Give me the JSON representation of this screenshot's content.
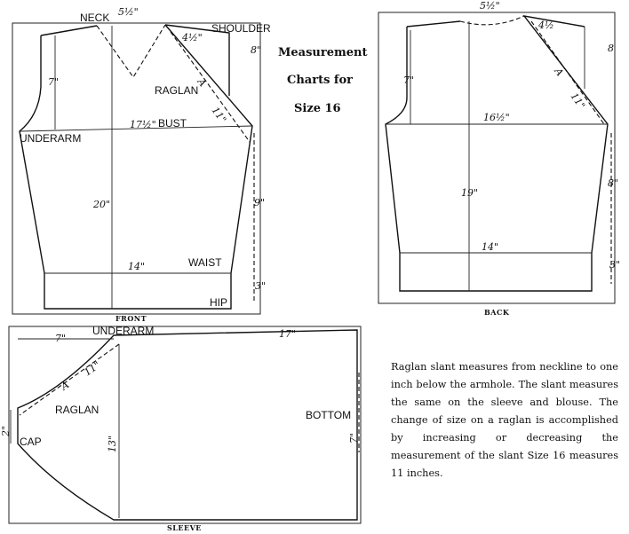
{
  "title": {
    "line1": "Measurement",
    "line2": "Charts for",
    "line3": "Size 16"
  },
  "front": {
    "caption": "FRONT",
    "neck": "NECK",
    "shoulder": "SHOULDER",
    "raglan": "RAGLAN",
    "underarm": "UNDERARM",
    "bust": "BUST",
    "waist": "WAIST",
    "hip": "HIP",
    "m_neck": "5½\"",
    "m_shoulder": "8\"",
    "m_slant_top": "4½\"",
    "m_slant": "11\"",
    "m_armhole": "7\"",
    "m_bust": "17½\"",
    "m_length": "20\"",
    "m_side": "9\"",
    "m_waist": "14\"",
    "m_hip": "3\"",
    "slant_mark": "A"
  },
  "back": {
    "caption": "BACK",
    "m_neck": "5½\"",
    "m_slant_top": "4½",
    "m_shoulder": "8",
    "m_armhole": "7\"",
    "m_slant": "11\"",
    "m_bust": "16½\"",
    "m_length": "19\"",
    "m_side": "8\"",
    "m_waist": "14\"",
    "m_hip": "3\"",
    "slant_mark": "A"
  },
  "sleeve": {
    "caption": "SLEEVE",
    "underarm": "UNDERARM",
    "raglan": "RAGLAN",
    "cap": "CAP",
    "bottom": "BOTTOM",
    "m_top": "7\"",
    "m_length": "17\"",
    "m_slant": "11\"",
    "m_cap": "2\"",
    "m_width": "13\"",
    "m_bottom": "7\"",
    "slant_mark": "A"
  },
  "note": "Raglan slant measures from neckline to one inch below the armhole.  The slant measures the same on the sleeve and blouse.  The change of size on a raglan is accomplished by increasing or decreasing the measurement of the slant   Size 16 measures 11 inches."
}
